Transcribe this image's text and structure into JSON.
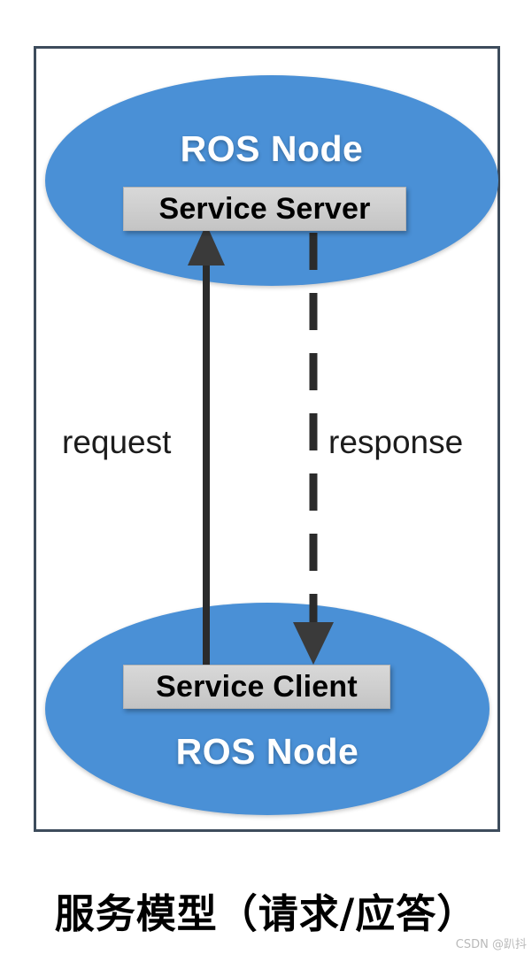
{
  "diagram": {
    "title_caption": "服务模型（请求/应答）",
    "watermark": "CSDN @趴抖",
    "colors": {
      "node_fill": "#4a90d6",
      "interface_box_fill": "#cfcfcf",
      "frame_border": "#3d4c5c",
      "arrow_stroke": "#2b2b2b",
      "node_text": "#ffffff",
      "label_text": "#1c1c1c"
    },
    "nodes": [
      {
        "id": "server-node",
        "label": "ROS Node",
        "interface": "Service Server",
        "position": "top"
      },
      {
        "id": "client-node",
        "label": "ROS Node",
        "interface": "Service Client",
        "position": "bottom"
      }
    ],
    "connections": [
      {
        "id": "request",
        "label": "request",
        "style": "solid",
        "direction": "client-to-server",
        "arrowhead": "up"
      },
      {
        "id": "response",
        "label": "response",
        "style": "dashed",
        "direction": "server-to-client",
        "arrowhead": "down"
      }
    ]
  }
}
